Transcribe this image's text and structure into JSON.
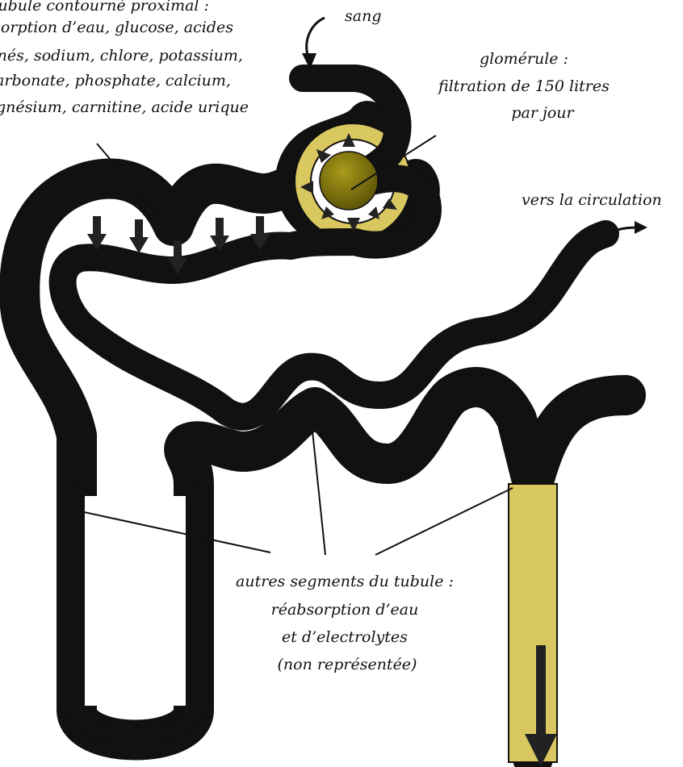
{
  "colors": {
    "tubule": "#d9c760",
    "vessel": "#8a7f12",
    "vessel_dark": "#4a4304",
    "glomerulus": "#7a6f0c",
    "outline": "#111111"
  },
  "labels": {
    "proximal": {
      "lines": [
        "tubule contourné proximal :",
        "réabsorption d’eau, glucose, acides",
        "aminés, sodium, chlore, potassium,",
        "bicarbonate, phosphate, calcium,",
        "magnésium, carnitine, acide urique"
      ]
    },
    "blood_in": "sang",
    "glomerulus": {
      "lines": [
        "glomérule :",
        "filtration de  150 litres",
        "par jour"
      ]
    },
    "to_circulation": "vers la circulation",
    "other_segments": {
      "lines": [
        "autres segments du tubule :",
        "réabsorption d’eau",
        "et d’electrolytes",
        "(non représentée)"
      ]
    }
  },
  "icons": [
    "arrow-down-icon",
    "curved-arrow-icon",
    "radial-arrow-icon"
  ]
}
